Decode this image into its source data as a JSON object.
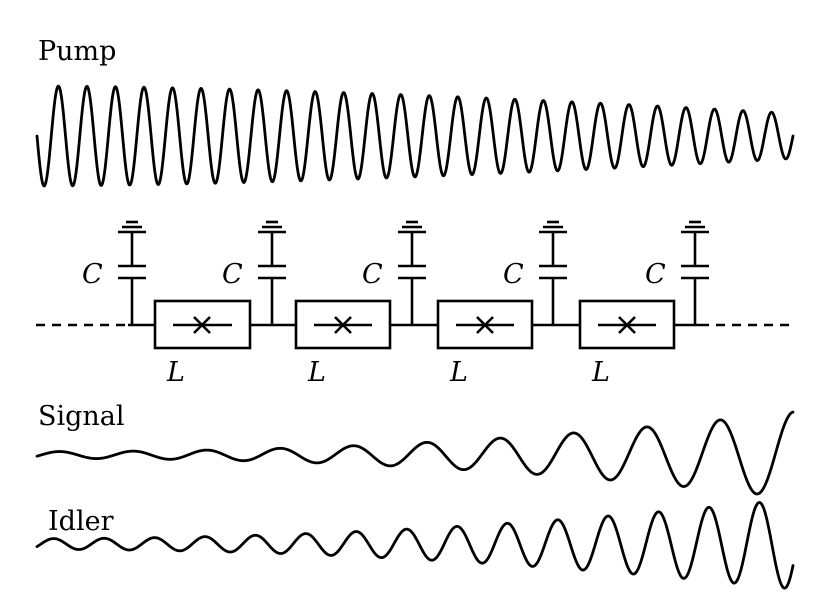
{
  "labels": {
    "pump": "Pump",
    "signal": "Signal",
    "idler": "Idler"
  },
  "circuit": {
    "capacitor_label": "C",
    "inductor_label": "L",
    "capacitor_count": 5,
    "unit_cell_count": 4,
    "junction_symbol": "×"
  },
  "waves": {
    "pump": {
      "cycles": 26.5,
      "amplitude_start": 1.0,
      "amplitude_end": 0.45,
      "trend": "decaying"
    },
    "signal": {
      "cycles": 10.3,
      "amplitude_start": 0.08,
      "amplitude_end": 1.0,
      "trend": "growing"
    },
    "idler": {
      "cycles": 15.0,
      "amplitude_start": 0.12,
      "amplitude_end": 1.0,
      "trend": "growing"
    }
  },
  "colors": {
    "stroke": "#000000",
    "background": "#ffffff"
  }
}
